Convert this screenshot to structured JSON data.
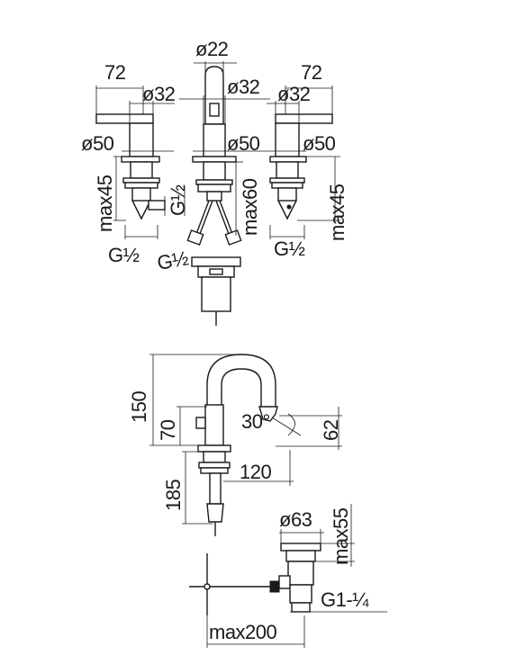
{
  "top_view": {
    "left_valve": {
      "width": "72",
      "handle_dia": "ø32",
      "base_dia": "ø50",
      "max_height": "max45",
      "thread": "G½"
    },
    "spout": {
      "top_dia": "ø22",
      "body_dia": "ø32",
      "base_dia": "ø50",
      "max_height": "max60",
      "inlet_thread_vertical": "G½",
      "inlet_thread_angled": "G½"
    },
    "right_valve": {
      "width": "72",
      "handle_dia": "ø32",
      "base_dia": "ø50",
      "max_height": "max45",
      "thread": "G½"
    }
  },
  "side_view": {
    "total_height": "150",
    "spout_height": "70",
    "outlet_angle": "30°",
    "outlet_height": "62",
    "spout_reach": "120",
    "below_deck": "185",
    "waste_dia": "ø63",
    "waste_max": "max55",
    "waste_thread": "G1-¼",
    "pop_up_rod": "max200"
  },
  "colors": {
    "line": "#1a1a1a",
    "background": "#ffffff"
  }
}
